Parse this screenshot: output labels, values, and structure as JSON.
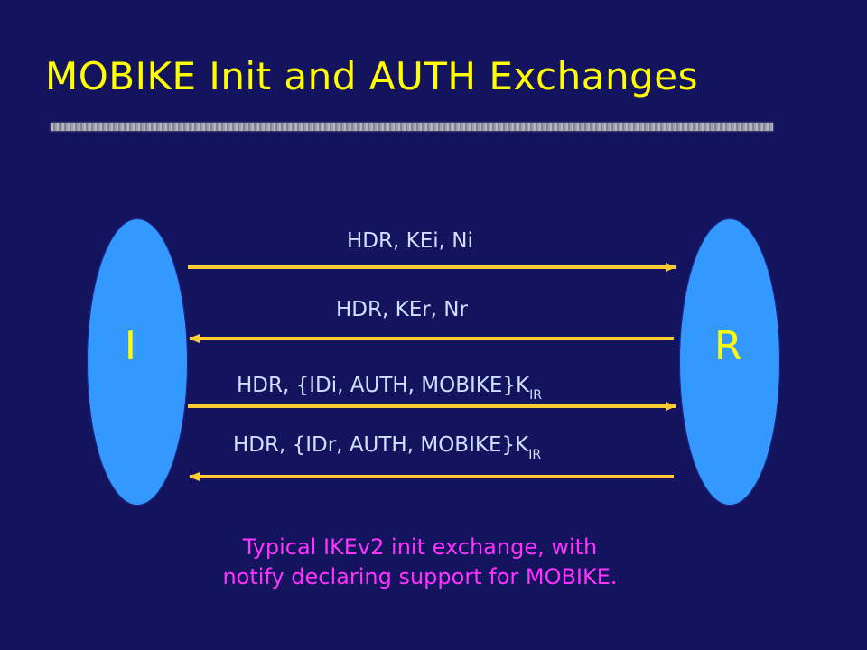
{
  "title": "MOBIKE Init and AUTH Exchanges",
  "initiator_label": "I",
  "responder_label": "R",
  "messages": [
    {
      "text": "HDR, KEi, Ni",
      "sub": "",
      "direction": "I-to-R"
    },
    {
      "text": "HDR, KEr, Nr",
      "sub": "",
      "direction": "R-to-I"
    },
    {
      "text": "HDR, {IDi, AUTH, MOBIKE}K",
      "sub": "IR",
      "direction": "I-to-R"
    },
    {
      "text": "HDR, {IDr, AUTH, MOBIKE}K",
      "sub": "IR",
      "direction": "R-to-I"
    }
  ],
  "caption": {
    "line1": "Typical IKEv2 init exchange, with",
    "line2": "notify declaring support for MOBIKE."
  },
  "colors": {
    "background": "#14135e",
    "title": "#ffff00",
    "node_fill": "#3399ff",
    "arrow": "#ffcc33",
    "message_text": "#cfe0ff",
    "caption": "#ff33ff"
  }
}
